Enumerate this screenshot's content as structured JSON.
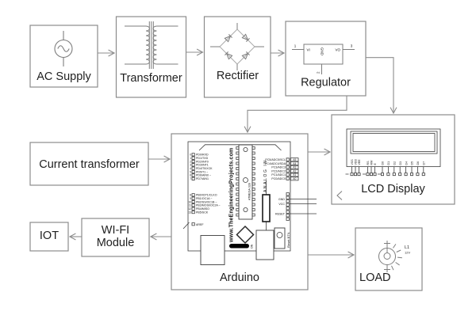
{
  "blocks": {
    "ac_supply": {
      "label": "AC Supply"
    },
    "transformer": {
      "label": "Transformer"
    },
    "rectifier": {
      "label": "Rectifier"
    },
    "regulator": {
      "label": "Regulator",
      "vi": "VI",
      "vo": "VO",
      "gnd": "GND",
      "pin_in": "1",
      "pin_gnd": "2",
      "pin_out": "3"
    },
    "lcd": {
      "label": "LCD Display",
      "pins": [
        "VSS",
        "VDD",
        "VEE",
        "RS",
        "RW",
        "E",
        "D0",
        "D1",
        "D2",
        "D3",
        "D4",
        "D5",
        "D6",
        "D7"
      ]
    },
    "current_transformer": {
      "label": "Current transformer"
    },
    "arduino": {
      "label": "Arduino",
      "watermark": "www.TheEngineeringProjects.com",
      "analog_in_label": "ANALOG IN",
      "chip_label": "ATMEGA 328",
      "digital_pin_numbers": [
        "0",
        "1",
        "2",
        "3",
        "4",
        "5",
        "6",
        "7"
      ],
      "digital_pin_labels": [
        "PD0/RXD",
        "PD1/TXD",
        "PD2/INT0",
        "PD3/INT1",
        "PD4/T0/XCK",
        "PD5/T1 ~",
        "PD6/AIN0 ~",
        "PD7/AIN1"
      ],
      "pb_pin_numbers": [
        "8",
        "9",
        "10",
        "11",
        "12",
        "13"
      ],
      "pb_pin_labels": [
        "PB0/ICP1/CLKO",
        "PB1/OC1A ~",
        "PB2/SS/OC1B ~",
        "PB3/MOSI/OC2A ~",
        "PB4/MISO",
        "PB5/SCK"
      ],
      "aref_label": "AREF",
      "analog_pin_labels": [
        "PC5/ADC5/SCL",
        "PC4/ADC4/SDA",
        "PC3/ADC3",
        "PC2/ADC2",
        "PC1/ADC1",
        "PC0/ADC0"
      ],
      "analog_pin_names": [
        "A5",
        "A4",
        "A3",
        "A2",
        "A1",
        "A0"
      ],
      "power_pin_labels": [
        "GND",
        "VCC",
        "RESET"
      ],
      "reset_btn_label": "Reset BTN",
      "on_label": "ON"
    },
    "wifi": {
      "label_line1": "WI-FI",
      "label_line2": "Module"
    },
    "iot": {
      "label": "IOT"
    },
    "load": {
      "label": "LOAD",
      "lamp_name": "L1",
      "lamp_voltage": "12V"
    }
  },
  "colors": {
    "background": "#ffffff",
    "box_border": "#8c8c8c",
    "connector": "#8c8c8c",
    "symbol": "#7d7d7d",
    "text": "#1f1f1f",
    "board_line": "#3c3c3c",
    "board_text": "#111111"
  }
}
